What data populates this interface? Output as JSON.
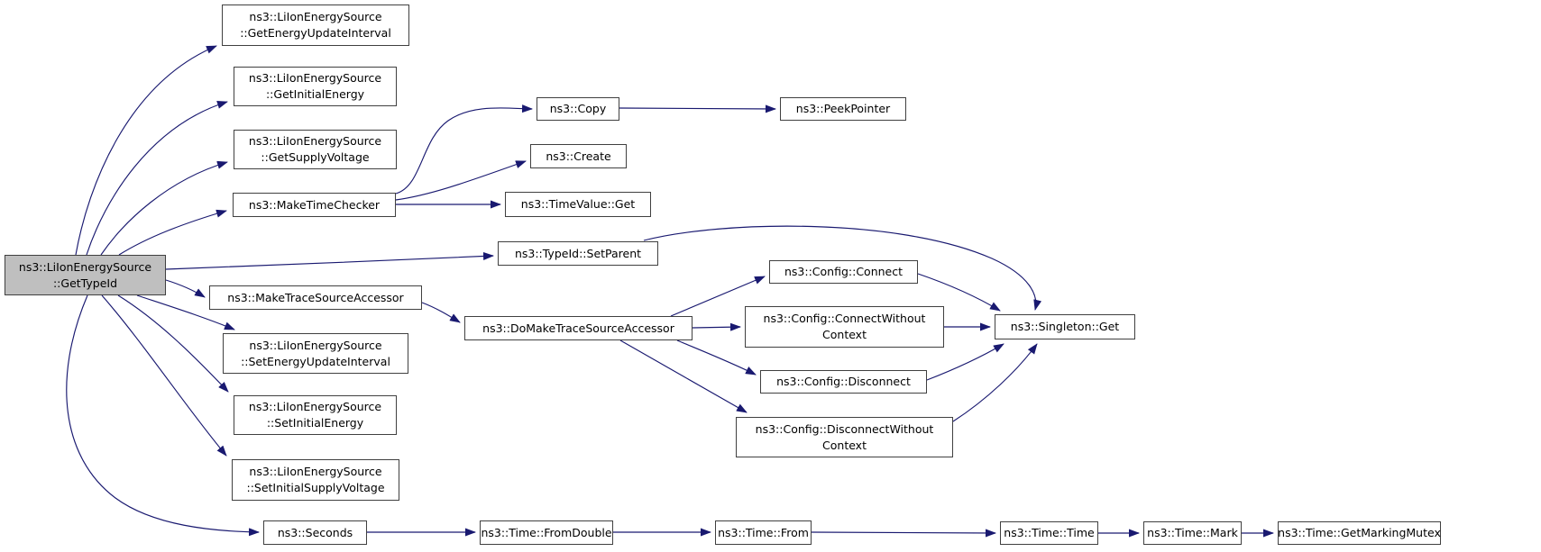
{
  "diagram": {
    "kind": "call-graph",
    "colors": {
      "edge": "#191970",
      "node_fill": "#ffffff",
      "node_border": "#404040",
      "focus_node_fill": "#bfbfbf",
      "background": "#ffffff"
    },
    "focus_node": "get_type_id",
    "nodes": {
      "get_type_id": {
        "lines": [
          "ns3::LiIonEnergySource",
          "::GetTypeId"
        ]
      },
      "get_energy_update_interval": {
        "lines": [
          "ns3::LiIonEnergySource",
          "::GetEnergyUpdateInterval"
        ]
      },
      "get_initial_energy": {
        "lines": [
          "ns3::LiIonEnergySource",
          "::GetInitialEnergy"
        ]
      },
      "get_supply_voltage": {
        "lines": [
          "ns3::LiIonEnergySource",
          "::GetSupplyVoltage"
        ]
      },
      "make_time_checker": {
        "lines": [
          "ns3::MakeTimeChecker"
        ]
      },
      "copy": {
        "lines": [
          "ns3::Copy"
        ]
      },
      "create": {
        "lines": [
          "ns3::Create"
        ]
      },
      "time_value_get": {
        "lines": [
          "ns3::TimeValue::Get"
        ]
      },
      "peek_pointer": {
        "lines": [
          "ns3::PeekPointer"
        ]
      },
      "type_id_set_parent": {
        "lines": [
          "ns3::TypeId::SetParent"
        ]
      },
      "make_trace_source_accessor": {
        "lines": [
          "ns3::MakeTraceSourceAccessor"
        ]
      },
      "do_make_trace_source_accessor": {
        "lines": [
          "ns3::DoMakeTraceSourceAccessor"
        ]
      },
      "config_connect": {
        "lines": [
          "ns3::Config::Connect"
        ]
      },
      "config_connect_without_context": {
        "lines": [
          "ns3::Config::ConnectWithout",
          "Context"
        ]
      },
      "config_disconnect": {
        "lines": [
          "ns3::Config::Disconnect"
        ]
      },
      "config_disconnect_without_context": {
        "lines": [
          "ns3::Config::DisconnectWithout",
          "Context"
        ]
      },
      "singleton_get": {
        "lines": [
          "ns3::Singleton::Get"
        ]
      },
      "set_energy_update_interval": {
        "lines": [
          "ns3::LiIonEnergySource",
          "::SetEnergyUpdateInterval"
        ]
      },
      "set_initial_energy": {
        "lines": [
          "ns3::LiIonEnergySource",
          "::SetInitialEnergy"
        ]
      },
      "set_initial_supply_voltage": {
        "lines": [
          "ns3::LiIonEnergySource",
          "::SetInitialSupplyVoltage"
        ]
      },
      "seconds": {
        "lines": [
          "ns3::Seconds"
        ]
      },
      "time_from_double": {
        "lines": [
          "ns3::Time::FromDouble"
        ]
      },
      "time_from": {
        "lines": [
          "ns3::Time::From"
        ]
      },
      "time_time": {
        "lines": [
          "ns3::Time::Time"
        ]
      },
      "time_mark": {
        "lines": [
          "ns3::Time::Mark"
        ]
      },
      "time_get_marking_mutex": {
        "lines": [
          "ns3::Time::GetMarkingMutex"
        ]
      }
    },
    "edges": [
      {
        "from": "get_type_id",
        "to": "get_energy_update_interval"
      },
      {
        "from": "get_type_id",
        "to": "get_initial_energy"
      },
      {
        "from": "get_type_id",
        "to": "get_supply_voltage"
      },
      {
        "from": "get_type_id",
        "to": "make_time_checker"
      },
      {
        "from": "get_type_id",
        "to": "type_id_set_parent"
      },
      {
        "from": "get_type_id",
        "to": "make_trace_source_accessor"
      },
      {
        "from": "get_type_id",
        "to": "set_energy_update_interval"
      },
      {
        "from": "get_type_id",
        "to": "set_initial_energy"
      },
      {
        "from": "get_type_id",
        "to": "set_initial_supply_voltage"
      },
      {
        "from": "get_type_id",
        "to": "seconds"
      },
      {
        "from": "make_time_checker",
        "to": "copy"
      },
      {
        "from": "make_time_checker",
        "to": "create"
      },
      {
        "from": "make_time_checker",
        "to": "time_value_get"
      },
      {
        "from": "copy",
        "to": "peek_pointer"
      },
      {
        "from": "type_id_set_parent",
        "to": "singleton_get"
      },
      {
        "from": "make_trace_source_accessor",
        "to": "do_make_trace_source_accessor"
      },
      {
        "from": "do_make_trace_source_accessor",
        "to": "config_connect"
      },
      {
        "from": "do_make_trace_source_accessor",
        "to": "config_connect_without_context"
      },
      {
        "from": "do_make_trace_source_accessor",
        "to": "config_disconnect"
      },
      {
        "from": "do_make_trace_source_accessor",
        "to": "config_disconnect_without_context"
      },
      {
        "from": "config_connect",
        "to": "singleton_get"
      },
      {
        "from": "config_connect_without_context",
        "to": "singleton_get"
      },
      {
        "from": "config_disconnect",
        "to": "singleton_get"
      },
      {
        "from": "config_disconnect_without_context",
        "to": "singleton_get"
      },
      {
        "from": "seconds",
        "to": "time_from_double"
      },
      {
        "from": "time_from_double",
        "to": "time_from"
      },
      {
        "from": "time_from",
        "to": "time_time"
      },
      {
        "from": "time_time",
        "to": "time_mark"
      },
      {
        "from": "time_mark",
        "to": "time_get_marking_mutex"
      }
    ]
  }
}
